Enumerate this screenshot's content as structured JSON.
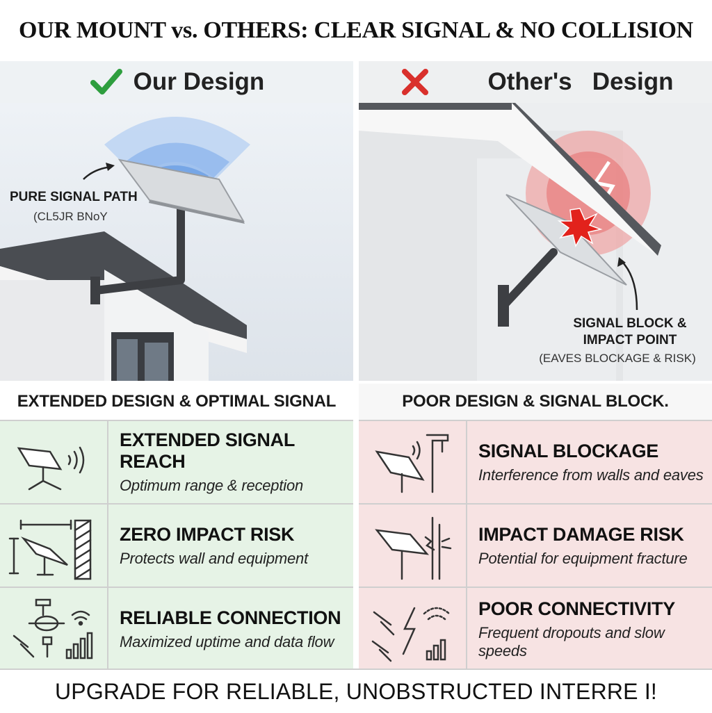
{
  "title": "OUR MOUNT vs. OTHERS: CLEAR SIGNAL & NO COLLISION",
  "left": {
    "heading": "Our Design",
    "heading_icon": "check-icon",
    "scene_label": "PURE SIGNAL PATH",
    "scene_sublabel": "(CL5JR BNoY",
    "section_title": "EXTENDED DESIGN & OPTIMAL SIGNAL",
    "features": [
      {
        "title": "EXTENDED SIGNAL REACH",
        "subtitle": "Optimum range & reception",
        "icon": "dish-signal-icon"
      },
      {
        "title": "ZERO IMPACT RISK",
        "subtitle": "Protects wall and equipment",
        "icon": "dish-clearance-icon"
      },
      {
        "title": "RELIABLE CONNECTION",
        "subtitle": "Maximized uptime and data flow",
        "icon": "hardware-wifi-icon"
      }
    ],
    "accent": "#2e9e3e",
    "band": "#e6f3e6"
  },
  "right": {
    "heading": "Other's   Design",
    "heading_icon": "cross-icon",
    "scene_label_line1": "SIGNAL BLOCK &",
    "scene_label_line2": "IMPACT POINT",
    "scene_sublabel": "(EAVES BLOCKAGE & RISK)",
    "section_title": "POOR DESIGN & SIGNAL BLOCK.",
    "features": [
      {
        "title": "SIGNAL BLOCKAGE",
        "subtitle": "Interference from walls and eaves",
        "icon": "dish-blocked-icon"
      },
      {
        "title": "IMPACT DAMAGE RISK",
        "subtitle": "Potential for equipment fracture",
        "icon": "dish-impact-icon"
      },
      {
        "title": "POOR CONNECTIVITY",
        "subtitle": "Frequent dropouts and slow speeds",
        "icon": "broken-signal-icon"
      }
    ],
    "accent": "#d9302c",
    "band": "#f7e3e3"
  },
  "footer": "UPGRADE FOR RELIABLE, UNOBSTRUCTED INTERRE I!"
}
